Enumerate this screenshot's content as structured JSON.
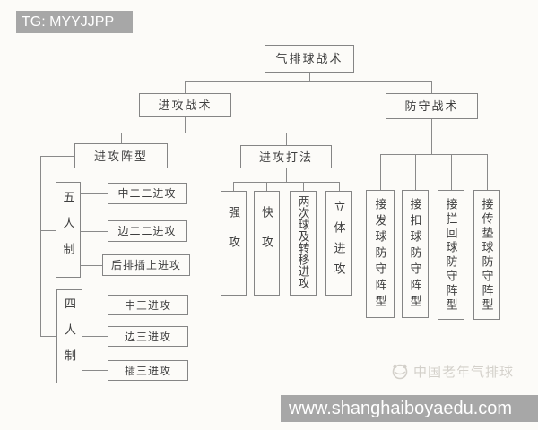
{
  "banners": {
    "top_left": "TG: MYYJJPP",
    "bottom_url": "www.shanghaiboyaedu.com"
  },
  "diagram": {
    "root": "气排球战术",
    "offense": "进攻战术",
    "defense": "防守战术",
    "offense_formation": "进攻阵型",
    "offense_playstyle": "进攻打法",
    "five_player_system": "五人制",
    "four_player_system": "四人制",
    "five_player_attacks": [
      "中二二进攻",
      "边二二进攻",
      "后排插上进攻"
    ],
    "four_player_attacks": [
      "中三进攻",
      "边三进攻",
      "插三进攻"
    ],
    "playstyles": [
      "强攻",
      "快攻",
      "两次球及转移进攻",
      "立体进攻"
    ],
    "defense_formations": [
      "接发球防守阵型",
      "接扣球防守阵型",
      "接拦回球防守阵型",
      "接传垫球防守阵型"
    ]
  },
  "watermark": {
    "brand": "中国老年气排球"
  },
  "colors": {
    "banner_bg": "#a7a7a7",
    "banner_text": "#ffffff",
    "line": "#8a8a8a",
    "box_border": "#858585",
    "text": "#3f3f3f",
    "watermark": "#d3d0ca",
    "background": "#fcfbf8"
  }
}
